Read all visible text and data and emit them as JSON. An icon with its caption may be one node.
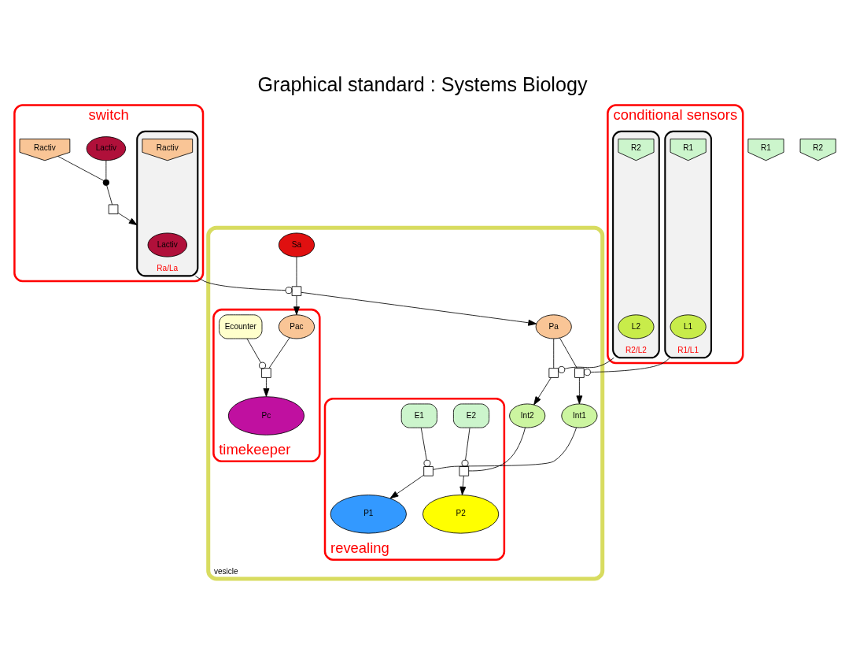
{
  "diagram": {
    "title": "Graphical standard : Systems Biology",
    "nodes": [
      {
        "text": [
          "switch"
        ]
      },
      {
        "text": [
          "Lactiv"
        ],
        "in": 0
      },
      {
        "text": [],
        "shape": "circle",
        "in": 0
      },
      {
        "text": [],
        "shape": "box",
        "in": 0
      },
      {
        "text": [
          "Ractiv"
        ],
        "in": 0
      },
      {
        "text": [
          "Ra/La"
        ],
        "in": 0
      },
      {
        "text": [
          "Lactiv"
        ],
        "in": 5
      },
      {
        "text": [
          "Ractiv"
        ],
        "in": 5
      },
      {
        "text": [
          "R1"
        ]
      },
      {
        "text": [
          "conditional sensors"
        ]
      },
      {
        "text": [
          "R1/L1"
        ],
        "in": 9
      },
      {
        "text": [
          "L1"
        ],
        "in": 10
      },
      {
        "text": [
          "R1"
        ],
        "in": 10
      },
      {
        "text": [
          "R2/L2"
        ],
        "in": 9
      },
      {
        "text": [
          "L2"
        ],
        "in": 13
      },
      {
        "text": [
          "R2"
        ],
        "in": 13
      },
      {
        "text": [
          "R2"
        ]
      },
      {
        "text": [
          "vesicle"
        ]
      },
      {
        "text": [
          "Sa"
        ],
        "in": 17
      },
      {
        "text": [],
        "shape": "box",
        "in": 17
      },
      {
        "text": [
          "Pa"
        ],
        "in": 17
      },
      {
        "text": [],
        "shape": "box",
        "in": 17
      },
      {
        "text": [],
        "shape": "box",
        "in": 17
      },
      {
        "text": [
          "timekeeper"
        ],
        "in": 17
      },
      {
        "text": [
          "Pac"
        ],
        "in": 23
      },
      {
        "text": [
          "Ecounter"
        ],
        "in": 23
      },
      {
        "text": [],
        "shape": "box",
        "in": 23
      },
      {
        "text": [
          "Pc"
        ],
        "in": 23
      },
      {
        "text": [
          "Int1"
        ],
        "in": 17
      },
      {
        "text": [
          "Int2"
        ],
        "in": 17
      },
      {
        "text": [
          "revealing"
        ],
        "in": 17
      },
      {
        "text": [],
        "shape": "box",
        "in": 30
      },
      {
        "text": [
          "E1"
        ],
        "in": 30
      },
      {
        "text": [],
        "shape": "box",
        "in": 30
      },
      {
        "text": [
          "E2"
        ],
        "in": 30
      },
      {
        "text": [
          "P1"
        ],
        "in": 30
      },
      {
        "text": [
          "P2"
        ],
        "in": 30
      }
    ],
    "edges": [
      {
        "from": 1,
        "to": 2,
        "arrow": "none"
      },
      {
        "from": 4,
        "to": 2,
        "arrow": "none"
      },
      {
        "from": 2,
        "to": 3,
        "arrow": "none"
      },
      {
        "from": 3,
        "to": 5,
        "arrow": "to"
      },
      {
        "from": 18,
        "to": 19,
        "arrow": "none"
      },
      {
        "from": 5,
        "to": 19,
        "arrow": "other"
      },
      {
        "from": 19,
        "to": 20,
        "arrow": "to"
      },
      {
        "from": 19,
        "to": 24,
        "arrow": "to"
      },
      {
        "from": 20,
        "to": 21,
        "arrow": "none"
      },
      {
        "from": 10,
        "to": 21,
        "arrow": "other"
      },
      {
        "from": 21,
        "to": 28,
        "arrow": "to"
      },
      {
        "from": 20,
        "to": 22,
        "arrow": "none"
      },
      {
        "from": 13,
        "to": 22,
        "arrow": "other"
      },
      {
        "from": 22,
        "to": 29,
        "arrow": "to"
      },
      {
        "from": 24,
        "to": 26,
        "arrow": "none"
      },
      {
        "from": 25,
        "to": 26,
        "arrow": "other"
      },
      {
        "from": 26,
        "to": 27,
        "arrow": "to"
      },
      {
        "from": 28,
        "to": 31,
        "arrow": "none"
      },
      {
        "from": 32,
        "to": 31,
        "arrow": "other"
      },
      {
        "from": 31,
        "to": 35,
        "arrow": "to"
      },
      {
        "from": 29,
        "to": 33,
        "arrow": "none"
      },
      {
        "from": 34,
        "to": 33,
        "arrow": "other"
      },
      {
        "from": 33,
        "to": 36,
        "arrow": "to"
      }
    ]
  }
}
